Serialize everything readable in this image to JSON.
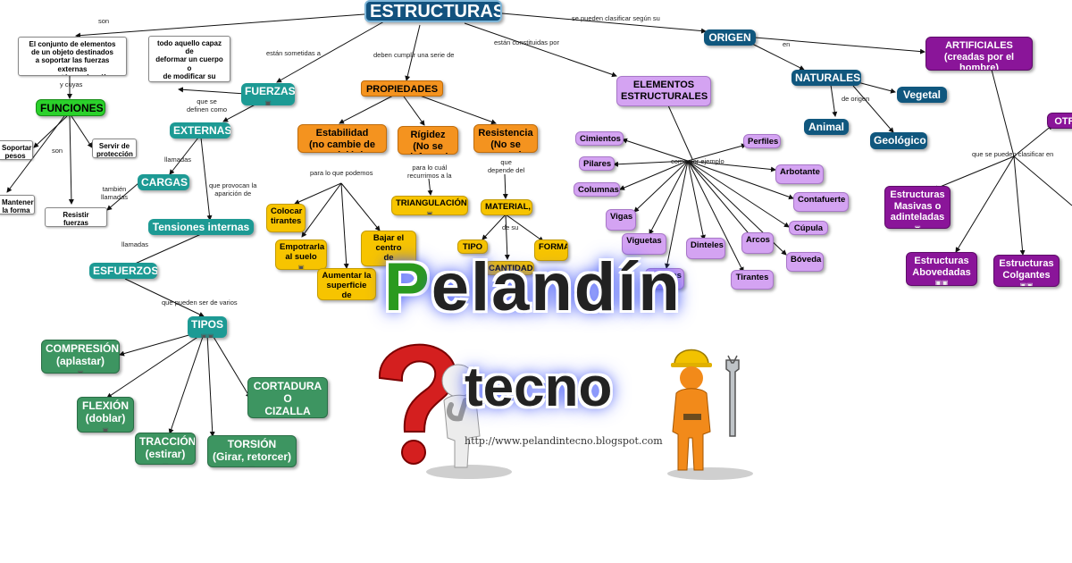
{
  "nodes": {
    "estructuras": "ESTRUCTURAS",
    "def_box": "El conjunto de elementos\nde un objeto destinados\na soportar las fuerzas externas\nque actúan sobre él",
    "funciones": "FUNCIONES",
    "soportar": "Soportar\npesos",
    "servir": "Servir de\nprotección",
    "mantener": "Mantener\nla forma",
    "resistir": "Resistir\nfuerzas externas",
    "fuerza_def": "todo aquello capaz de\ndeformar un cuerpo o\nde modificar su\nestado de movimiento\no reposo.",
    "fuerzas": "FUERZAS",
    "externas": "EXTERNAS",
    "cargas": "CARGAS",
    "tensiones": "Tensiones internas",
    "esfuerzos": "ESFUERZOS",
    "tipos": "TIPOS",
    "compresion": "COMPRESIÓN\n(aplastar)",
    "flexion": "FLEXIÓN\n(doblar)",
    "traccion": "TRACCIÓN\n(estirar)",
    "torsion": "TORSIÓN\n(Girar, retorcer)",
    "cortadura": "CORTADURA O\nCIZALLA\n(cortar)",
    "propiedades": "PROPIEDADES",
    "estabilidad": "Estabilidad\n(no cambie de posición)",
    "rigidez": "Rígidez\n(No se deforme)",
    "resistencia": "Resistencia\n(No se rompa)",
    "colocar": "Colocar\ntirantes",
    "empotrarla": "Empotrarla\nal suelo",
    "aumentar": "Aumentar la\nsuperficie de\nla base",
    "bajar": "Bajar el\ncentro\nde gravedad",
    "triangulacion": "TRIANGULACIÓN",
    "material": "MATERIAL,",
    "tipo": "TIPO",
    "forma": "FORMA",
    "cantidad": "CANTIDAD",
    "elementos": "ELEMENTOS\nESTRUCTURALES",
    "cimientos": "Cimientos",
    "pilares": "Pilares",
    "columnas": "Columnas",
    "vigas": "Vigas",
    "viguetas": "Viguetas",
    "zapatas": "Zapatas",
    "dinteles": "Dinteles",
    "arcos": "Arcos",
    "tirantes": "Tirantes",
    "perfiles": "Perfiles",
    "arbotante": "Arbotante",
    "contafuerte": "Contafuerte",
    "cupula": "Cúpula",
    "boveda": "Bóveda",
    "origen": "ORIGEN",
    "naturales": "NATURALES",
    "vegetal": "Vegetal",
    "animal": "Animal",
    "geologico": "Geológico",
    "artificiales": "ARTIFICIALES\n(creadas por el hombre)",
    "otr": "OTR",
    "masivas": "Estructuras\nMasivas o\nadinteladas",
    "abovedadas": "Estructuras\nAbovedadas",
    "colgantes": "Estructuras\nColgantes"
  },
  "labels": {
    "son": "son",
    "y_cuyas": "y cuyas",
    "son2": "son",
    "estan_sometidas": "están sometidas a",
    "que_se_definen": "que se\ndefinen como",
    "llamadas": "llamadas",
    "tambien_llamadas": "también\nllamadas",
    "que_provocan": "que provocan la\naparición de",
    "llamadas2": "llamadas",
    "que_pueden_ser": "que pueden ser de varios",
    "deben_cumplir": "deben cumplir una serie de",
    "para_lo_que": "para lo que podemos",
    "para_lo_cual": "para lo cuál\nrecurrimos a la",
    "que_depende": "que\ndepende del",
    "de_su": "de su",
    "estan_constituidas": "están constituidas por",
    "como_por_ejemplo": "como por ejemplo",
    "se_pueden_clasificar": "se pueden clasificar según su",
    "en": "en",
    "de_origen": "de origen",
    "que_se_pueden": "que se pueden clasificar en"
  },
  "brand": {
    "title_p": "P",
    "title_rest": "elandín",
    "subtitle": "tecno",
    "url": "http://www.pelandintecno.blogspot.com"
  },
  "colors": {
    "root": "#13527e",
    "teal": "#1d9a94",
    "green": "#3d9561",
    "lime": "#2bd12b",
    "orange": "#f4931f",
    "yellow": "#f7c400",
    "lavender": "#d4a3f2",
    "purple": "#8a1599",
    "navy": "#10577e"
  },
  "icons": [
    "question-mark-icon",
    "thinking-figure-icon",
    "construction-worker-icon",
    "wrench-icon"
  ]
}
